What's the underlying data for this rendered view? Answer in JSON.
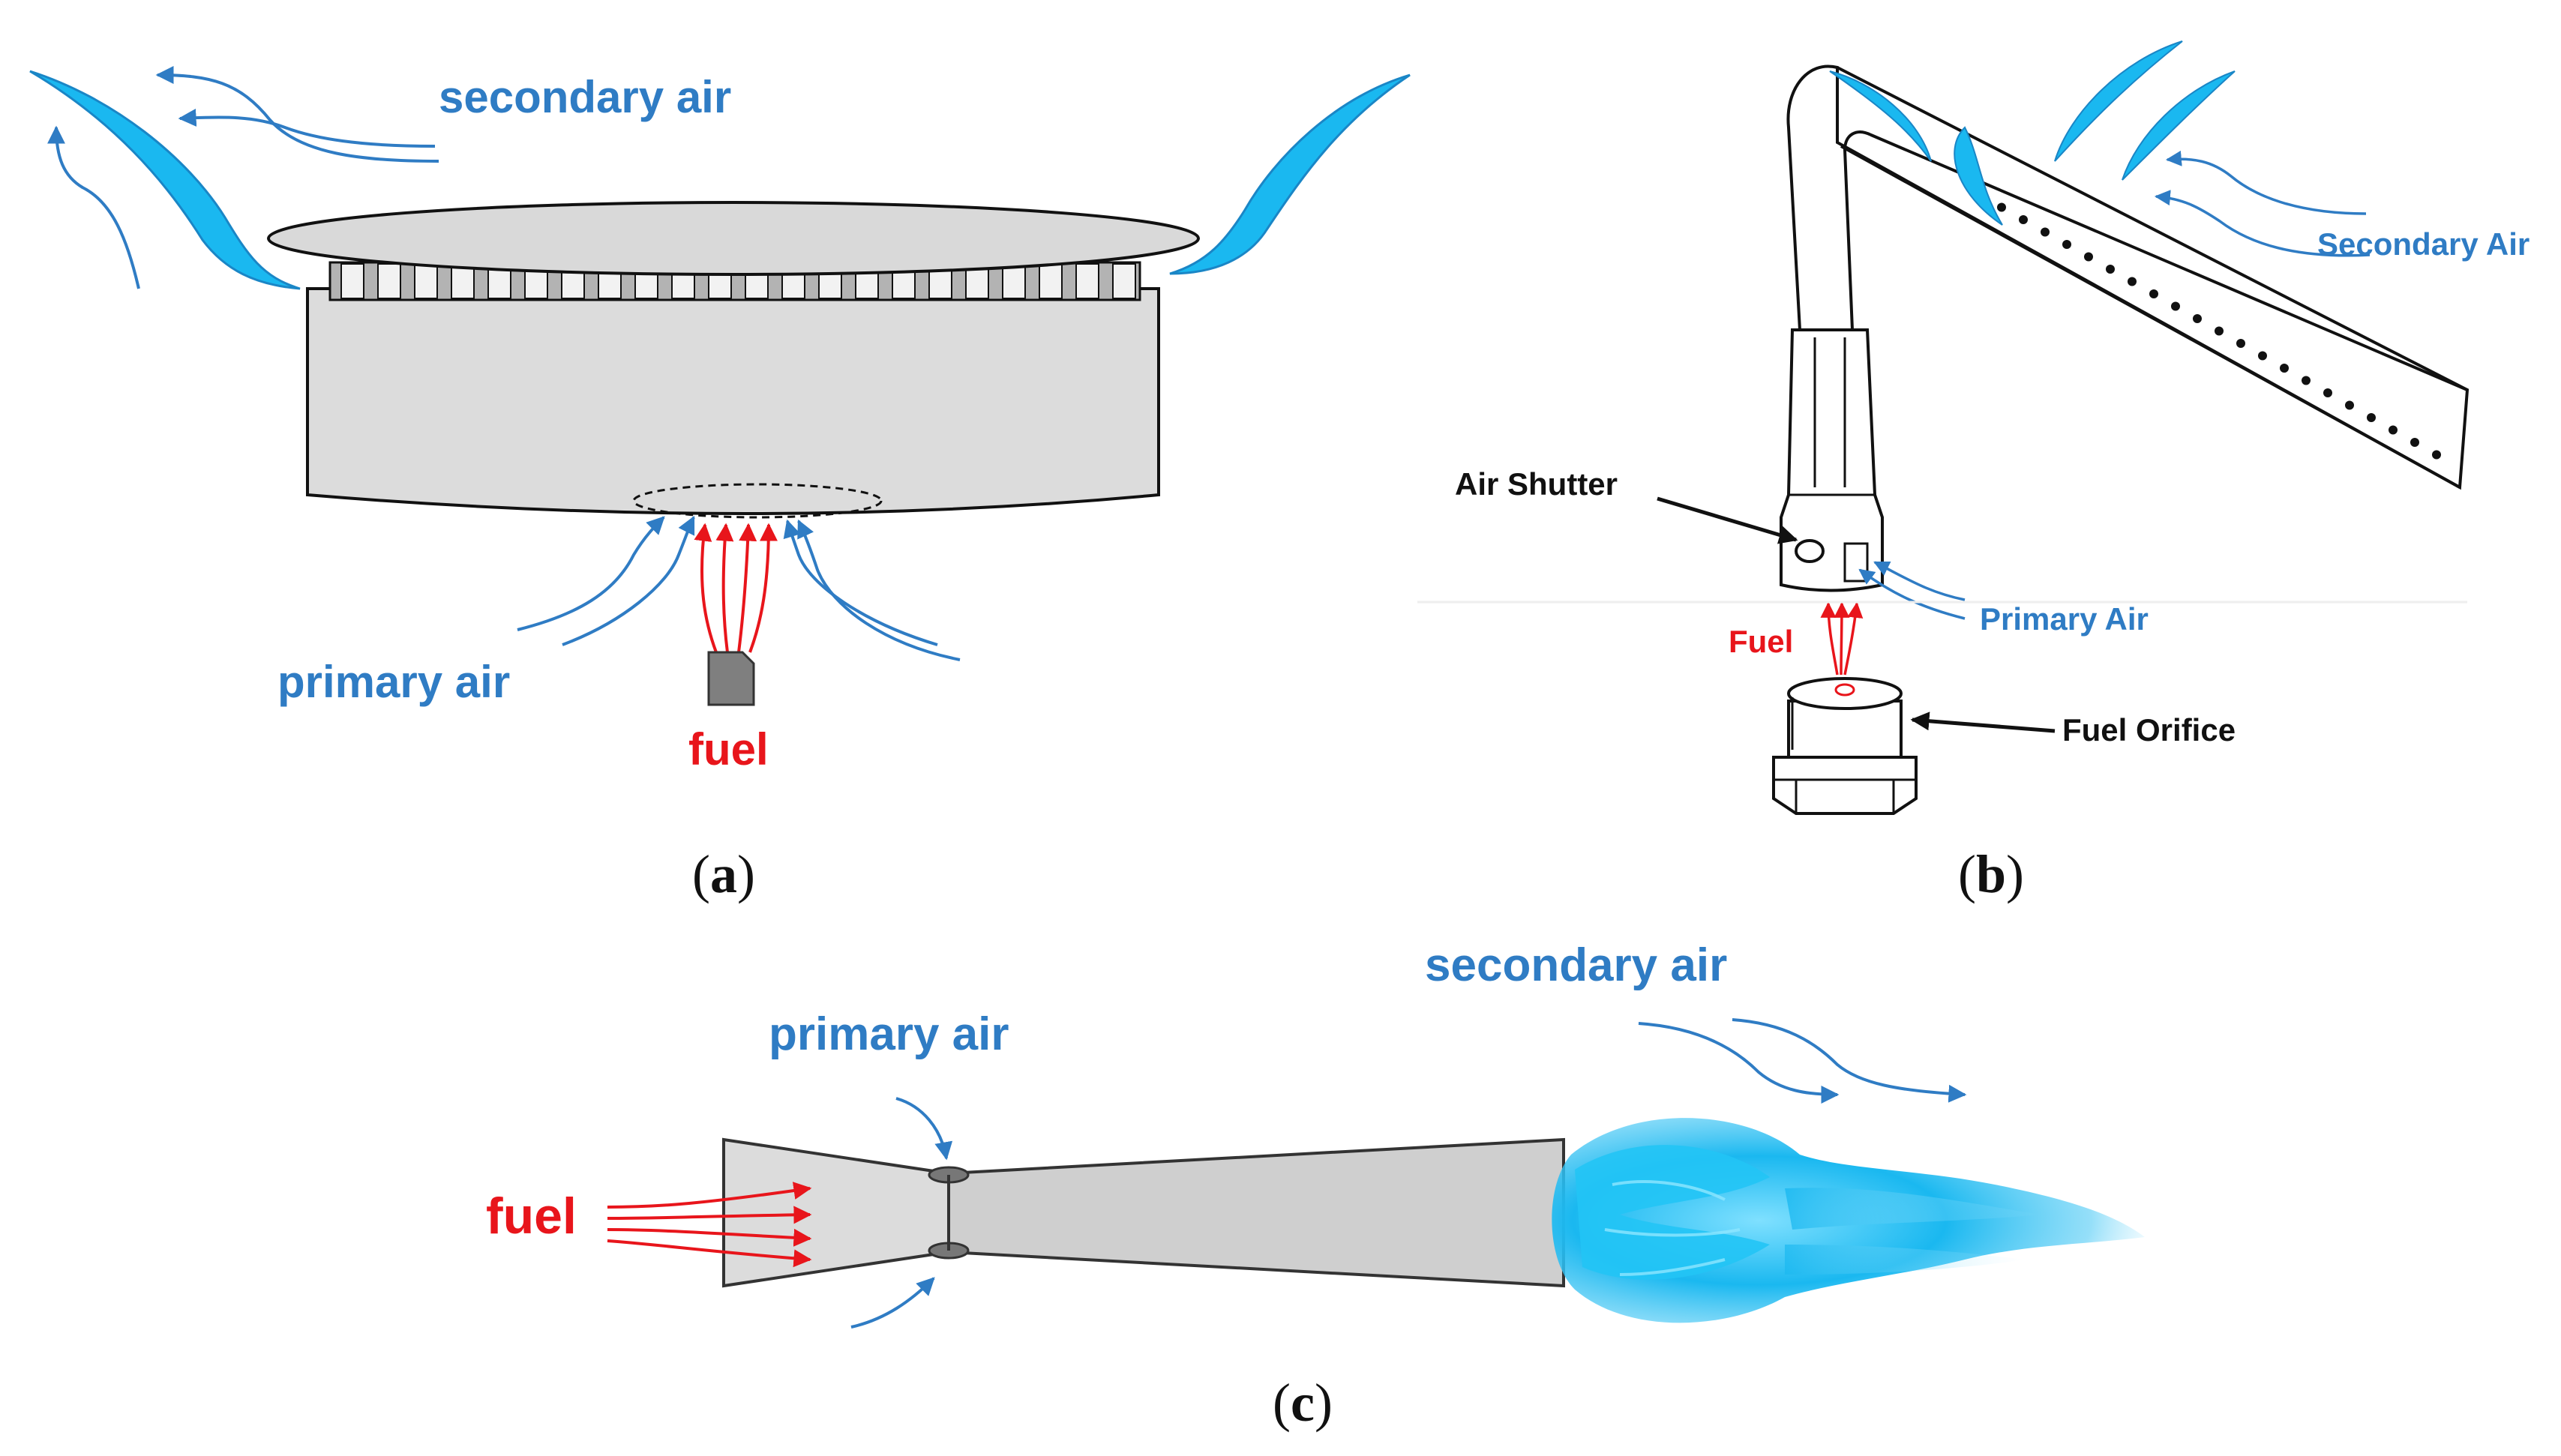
{
  "panels": {
    "a": {
      "caption_open": "(",
      "caption_letter": "a",
      "caption_close": ")",
      "secondary_air": "secondary air",
      "primary_air": "primary air",
      "fuel": "fuel"
    },
    "b": {
      "caption_open": "(",
      "caption_letter": "b",
      "caption_close": ")",
      "air_shutter": "Air Shutter",
      "secondary_air": "Secondary Air",
      "primary_air": "Primary Air",
      "fuel": "Fuel",
      "fuel_orifice": "Fuel Orifice"
    },
    "c": {
      "caption_open": "(",
      "caption_letter": "c",
      "caption_close": ")",
      "secondary_air": "secondary air",
      "primary_air": "primary air",
      "fuel": "fuel"
    }
  },
  "colors": {
    "air": "#2f7cc4",
    "fuel": "#e8151b",
    "flame": "#1ab8f0",
    "burner_body": "#dcdcdc",
    "outline": "#111111"
  }
}
